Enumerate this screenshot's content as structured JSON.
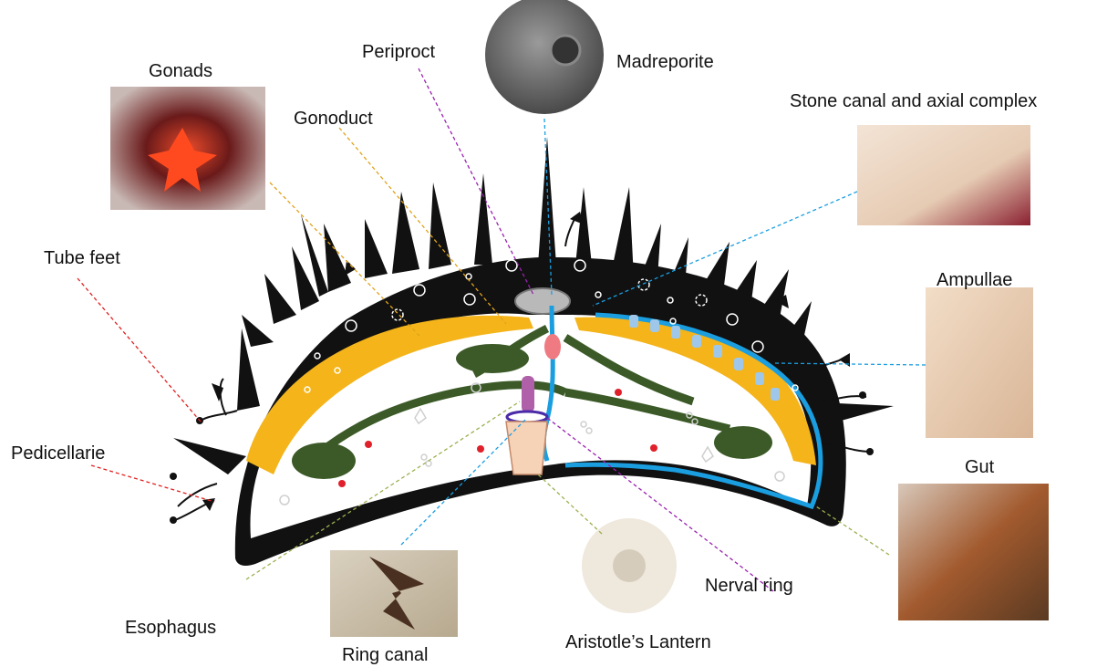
{
  "labels": {
    "gonads": "Gonads",
    "periproct": "Periproct",
    "madreporite": "Madreporite",
    "gonoduct": "Gonoduct",
    "stone_canal": "Stone canal and axial complex",
    "tube_feet": "Tube feet",
    "ampullae": "Ampullae",
    "pedicellarie": "Pedicellarie",
    "gut": "Gut",
    "esophagus": "Esophagus",
    "ring_canal": "Ring canal",
    "aristotles_lantern": "Aristotle’s Lantern",
    "nerval_ring": "Nerval ring"
  },
  "colors": {
    "body": "#111111",
    "gonad_band": "#f4b41a",
    "gut": "#3b5a27",
    "water_vascular": "#1a9ee0",
    "periproct": "#aaaaaa",
    "nerve": "#7b2cbf",
    "lantern": "#f6d2b7",
    "red_bodies": "#e0202a"
  }
}
